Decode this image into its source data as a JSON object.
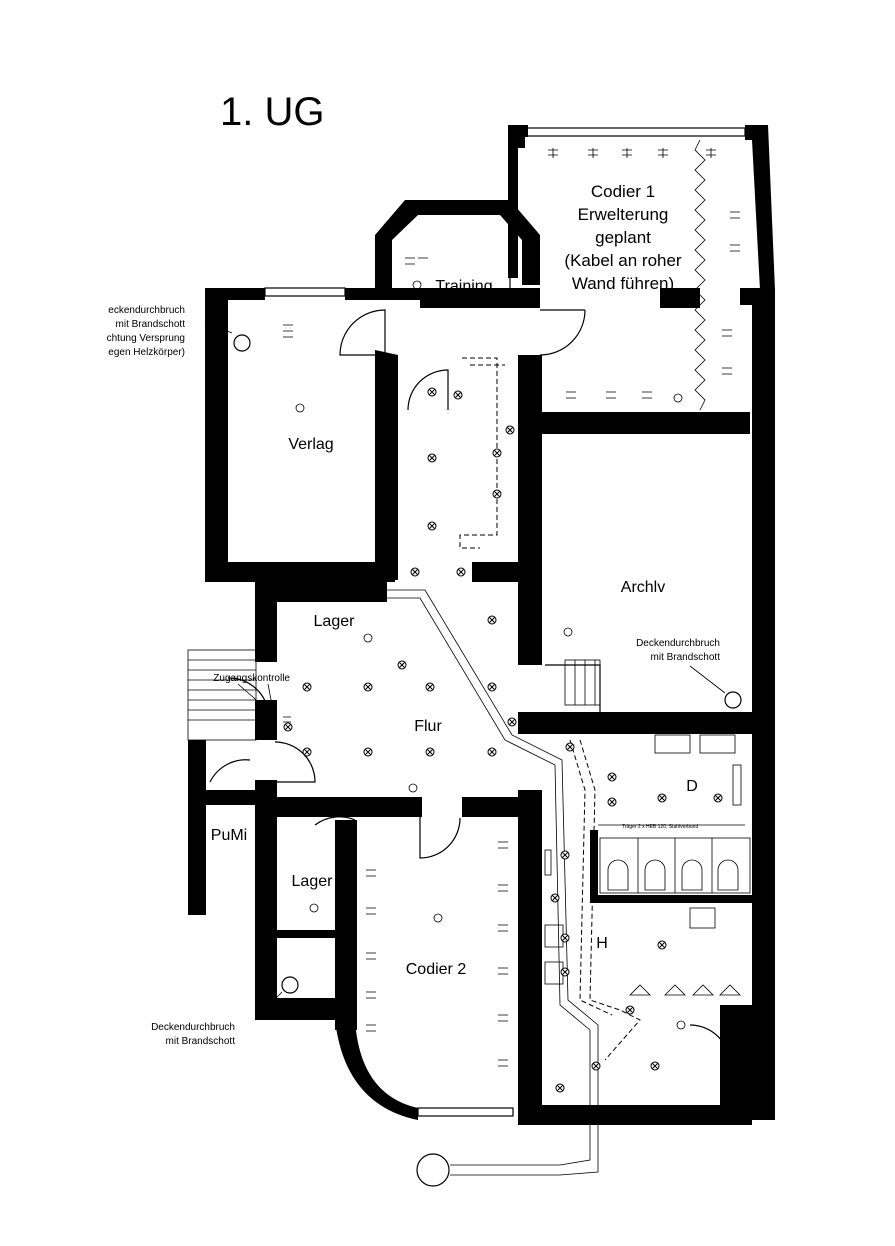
{
  "title": "1. UG",
  "rooms": {
    "codier1": [
      "Codier 1",
      "Erwelterung",
      "geplant",
      "(Kabel an roher",
      "Wand führen)"
    ],
    "training": "Training",
    "verlag": "Verlag",
    "archiv": "Archlv",
    "lager_upper": "Lager",
    "flur": "Flur",
    "pumi": "PuMi",
    "lager_lower": "Lager",
    "codier2": "Codier 2",
    "d": "D",
    "h": "H"
  },
  "labels": {
    "zugang": "Zugangskontrolle",
    "note_topleft": [
      "eckendurchbruch",
      "mit Brandschott",
      "chtung Versprung",
      "egen Helzkörper)"
    ],
    "note_archiv": [
      "Deckendurchbruch",
      "mit Brandschott"
    ],
    "note_lower": [
      "Deckendurchbruch",
      "mit Brandschott"
    ],
    "traeger": "Träger 2 x HEB 120, Stahlverbund"
  }
}
